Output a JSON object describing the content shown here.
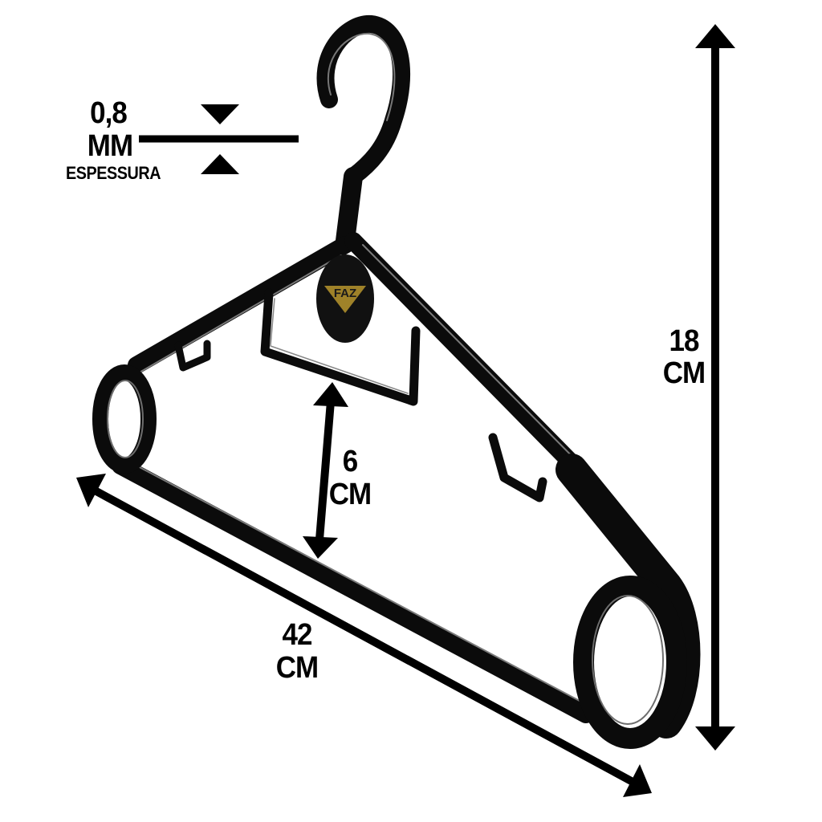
{
  "product": {
    "logo_text": "FAZ",
    "colors": {
      "hanger": "#0b0b0b",
      "highlight": "#7a7a7a",
      "arrow": "#000000",
      "logo_gold": "#b8962e"
    }
  },
  "dimensions": {
    "thickness": {
      "value": "0,8",
      "unit": "MM",
      "caption": "ESPESSURA"
    },
    "height": {
      "value": "18",
      "unit": "CM"
    },
    "width": {
      "value": "42",
      "unit": "CM"
    },
    "neck": {
      "value": "6",
      "unit": "CM"
    }
  }
}
